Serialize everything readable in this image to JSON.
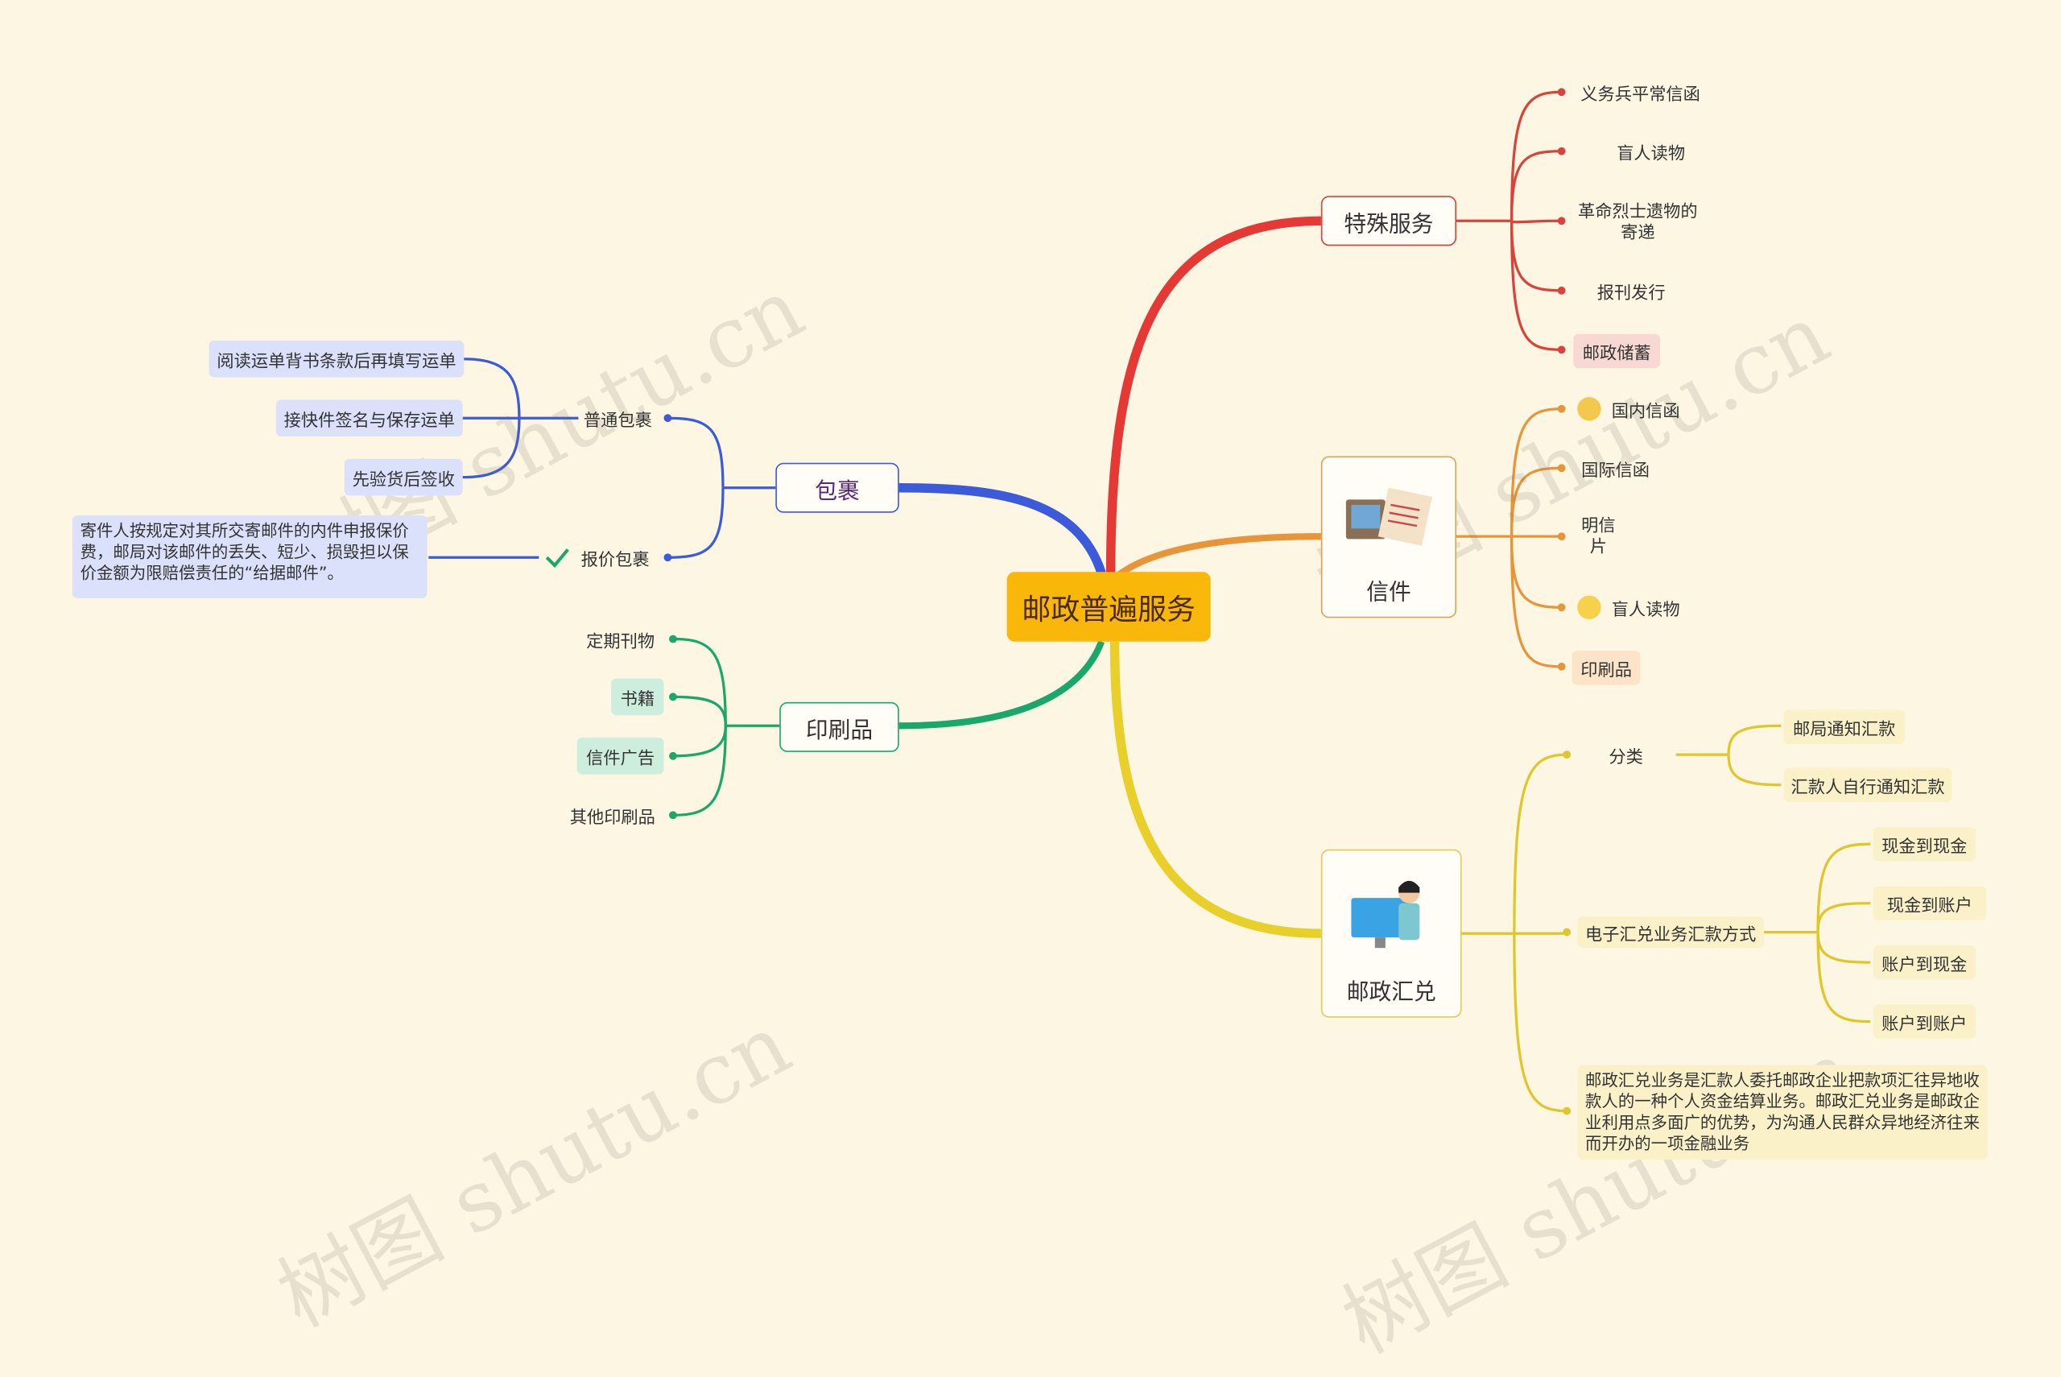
{
  "root": {
    "label": "邮政普遍服务"
  },
  "branches": {
    "special": {
      "label": "特殊服务",
      "color": "#e53935",
      "items": [
        "义务兵平常信函",
        "盲人读物",
        "革命烈士遗物的寄递",
        "报刊发行",
        "邮政储蓄"
      ]
    },
    "letters": {
      "label": "信件",
      "color": "#e8953a",
      "items": [
        "国内信函",
        "国际信函",
        "明信片",
        "盲人读物",
        "印刷品"
      ]
    },
    "remit": {
      "label": "邮政汇兑",
      "color": "#e8cf2a",
      "category": {
        "label": "分类",
        "items": [
          "邮局通知汇款",
          "汇款人自行通知汇款"
        ]
      },
      "electronic": {
        "label": "电子汇兑业务汇款方式",
        "items": [
          "现金到现金",
          "现金到账户",
          "账户到现金",
          "账户到账户"
        ]
      },
      "description": "邮政汇兑业务是汇款人委托邮政企业把款项汇往异地收款人的一种个人资金结算业务。邮政汇兑业务是邮政企业利用点多面广的优势，为沟通人民群众异地经济往来而开办的一项金融业务"
    },
    "parcel": {
      "label": "包裹",
      "color": "#3b5bdb",
      "normal": {
        "label": "普通包裹",
        "items": [
          "阅读运单背书条款后再填写运单",
          "接快件签名与保存运单",
          "先验货后签收"
        ]
      },
      "insured": {
        "label": "报价包裹",
        "note": "寄件人按规定对其所交寄邮件的内件申报保价费，邮局对该邮件的丢失、短少、损毁担以保价金额为限赔偿责任的“给据邮件”。"
      }
    },
    "printed": {
      "label": "印刷品",
      "color": "#1aa86a",
      "items": [
        "定期刊物",
        "书籍",
        "信件广告",
        "其他印刷品"
      ]
    }
  },
  "watermark": "树图 shutu.cn"
}
